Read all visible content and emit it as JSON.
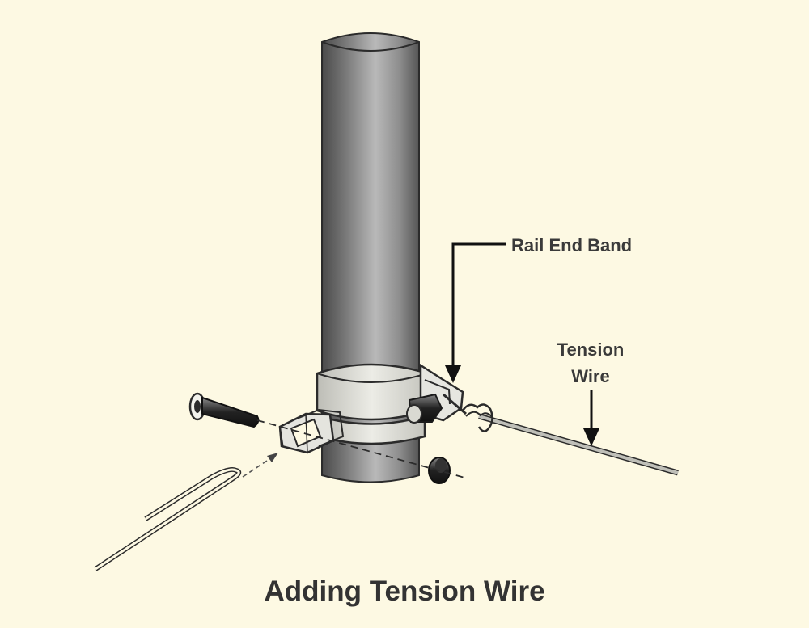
{
  "diagram": {
    "title": "Adding Tension Wire",
    "callouts": {
      "rail_end_band": "Rail End Band",
      "tension_wire_line1": "Tension",
      "tension_wire_line2": "Wire"
    }
  },
  "colors": {
    "background": "#fdf9e3",
    "pipe": "#8a8a8a",
    "band": "#dcdcd4",
    "outline": "#2b2b2b",
    "text": "#3a3a3a"
  }
}
